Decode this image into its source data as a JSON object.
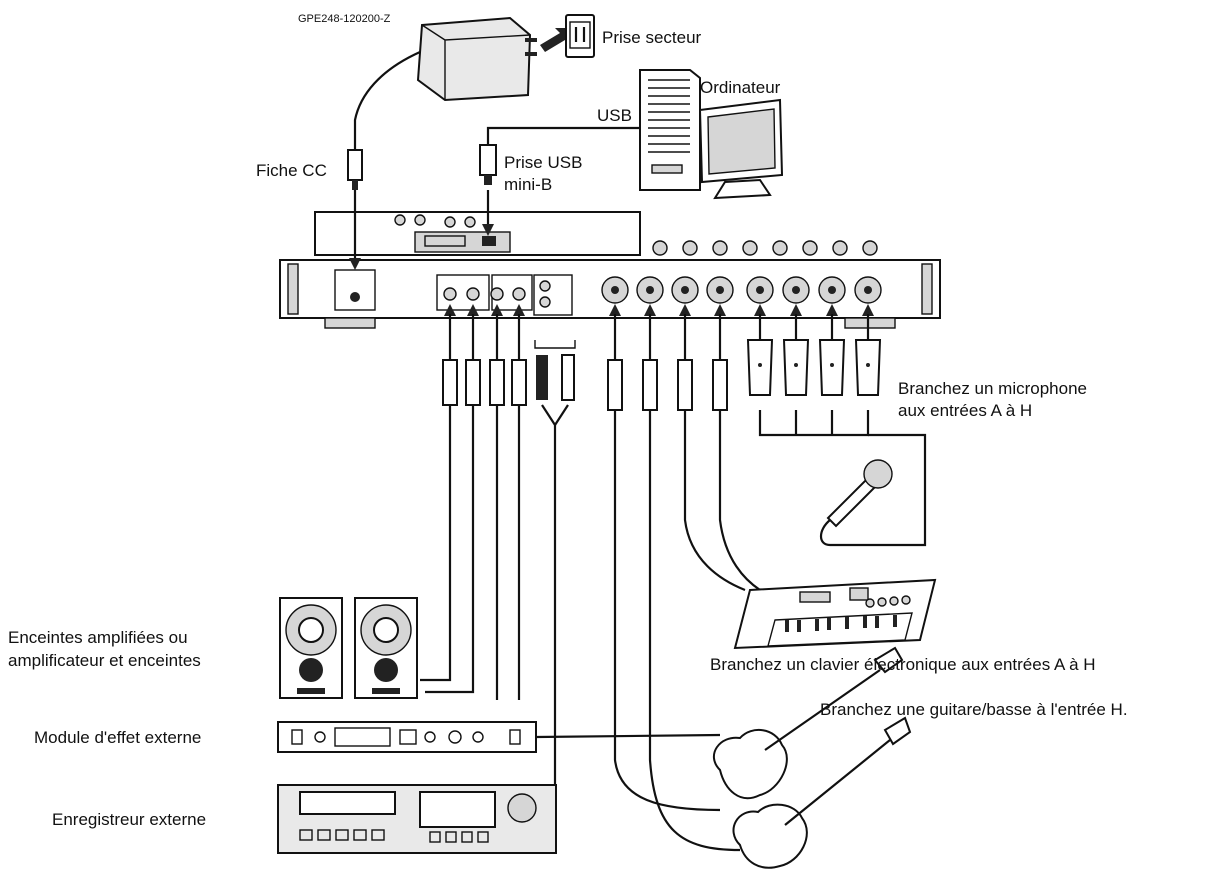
{
  "labels": {
    "adapter": "GPE248-120200-Z",
    "outlet": "Prise secteur",
    "computer": "Ordinateur",
    "usb": "USB",
    "dc_plug": "Fiche CC",
    "usb_plug_line1": "Prise USB",
    "usb_plug_line2": "mini-B",
    "mic_line1": "Branchez un microphone",
    "mic_line2": "aux entrées A à H",
    "keyboard": "Branchez un clavier électronique aux entrées A à H",
    "speakers_line1": "Enceintes amplifiées ou",
    "speakers_line2": "amplificateur et enceintes",
    "guitar": "Branchez une guitare/basse à l'entrée H.",
    "effects": "Module d'effet externe",
    "recorder": "Enregistreur externe"
  },
  "icons": [
    "power-adapter-icon",
    "wall-outlet-icon",
    "computer-tower-icon",
    "monitor-icon",
    "mixer-icon",
    "microphone-icon",
    "keyboard-icon",
    "speaker-icon",
    "effects-unit-icon",
    "recorder-icon",
    "electric-guitar-icon",
    "bass-guitar-icon",
    "xlr-connector-icon",
    "jack-plug-icon",
    "rca-plug-icon"
  ]
}
